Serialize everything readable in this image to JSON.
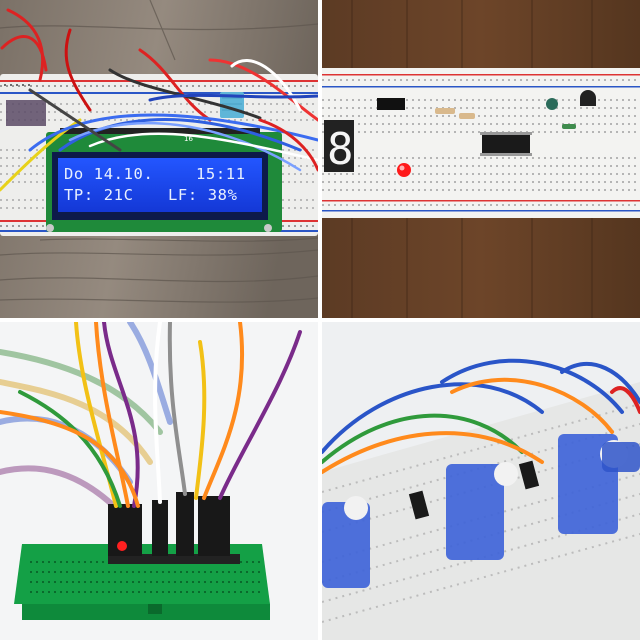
{
  "photos": [
    {
      "id": "lcd-breadboard",
      "lcd": {
        "line1_left": "Do 14.10.",
        "line1_right": "15:11",
        "line2_left": "TP: 21C",
        "line2_right": "LF: 38%"
      },
      "pin_label": "16"
    },
    {
      "id": "seven-segment-breadboard",
      "seven_segment_digit": "8"
    },
    {
      "id": "mini-breadboard-jumpers"
    },
    {
      "id": "servo-breadboard"
    }
  ]
}
